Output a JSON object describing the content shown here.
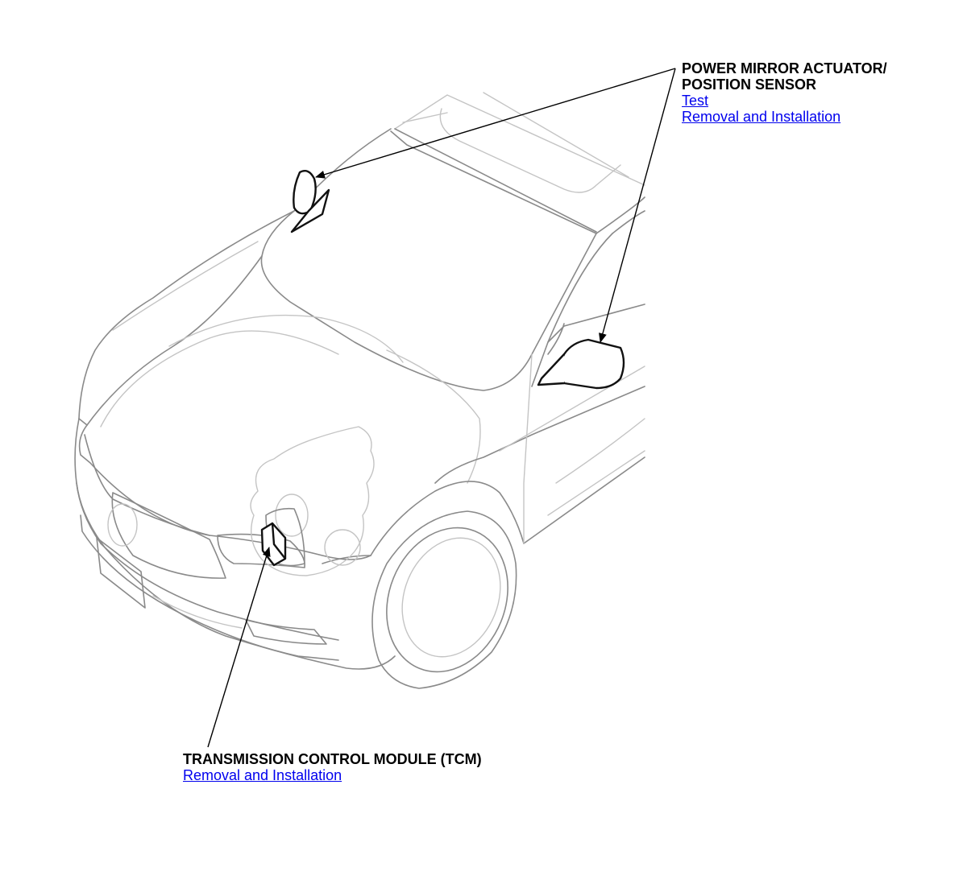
{
  "callouts": {
    "mirror": {
      "title_line1": "POWER MIRROR ACTUATOR/",
      "title_line2": "POSITION SENSOR",
      "links": [
        "Test",
        "Removal and Installation"
      ]
    },
    "tcm": {
      "title": "TRANSMISSION CONTROL MODULE (TCM)",
      "links": [
        "Removal and Installation"
      ]
    }
  },
  "colors": {
    "link": "#0000ee",
    "text": "#000000",
    "highlight_part": "#111111",
    "car_outline": "#8a8a8a"
  }
}
